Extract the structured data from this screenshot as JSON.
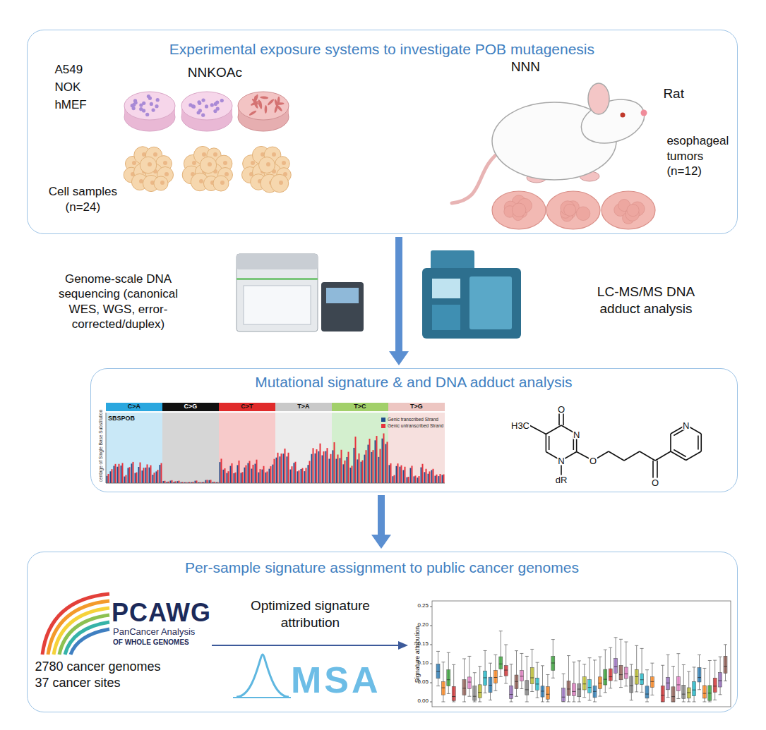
{
  "diagram": {
    "nodes": [
      {
        "text": [
          "Experimental exposure systems to investigate POB mutagenesis",
          "NNKOAc",
          "A549 NOK hMEF",
          "Cell samples (n=24)",
          "NNN",
          "Rat",
          "esophageal tumors (n=12)"
        ]
      },
      {
        "text": [
          "Mutational signature & and DNA adduct analysis"
        ]
      },
      {
        "text": [
          "Per-sample signature assignment to public cancer genomes",
          "2780 cancer genomes 37 cancer sites",
          "Optimized signature attribution"
        ]
      }
    ],
    "edges": [
      {
        "from": 0,
        "to": 1,
        "arrow": "to"
      },
      {
        "from": 1,
        "to": 2,
        "arrow": "to"
      }
    ],
    "labels": [
      "Genome-scale DNA sequencing (canonical WES, WGS, error-corrected/duplex)",
      "LC-MS/MS DNA adduct analysis",
      "SBSPOB",
      "C>A",
      "C>G",
      "C>T",
      "T>A",
      "T>C",
      "T>G",
      "centage of Single Base Substitution",
      "H3C",
      "O",
      "N",
      "N",
      "dR",
      "O",
      "O",
      "N",
      "PCAWG",
      "PanCancer Analysis",
      "OF WHOLE GENOMES",
      "MSA",
      "Signature attribution",
      "0.25",
      "0.20",
      "0.15",
      "0.10",
      "0.05",
      "0.00"
    ],
    "legend": [
      {
        "text": "Genic transcribed Strand",
        "color": "#1f4e8c"
      },
      {
        "text": "Genic untranscribed Strand",
        "color": "#e8323c"
      }
    ]
  }
}
